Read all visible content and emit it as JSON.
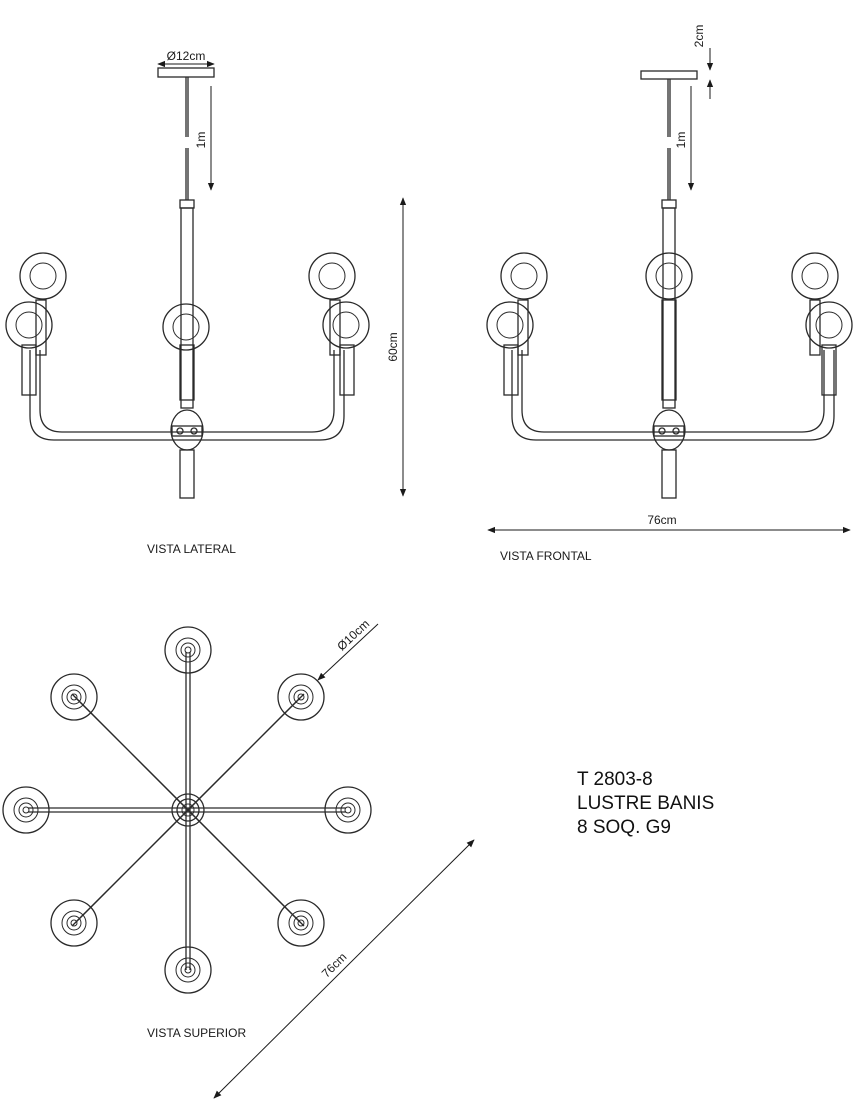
{
  "views": {
    "lateral": "VISTA LATERAL",
    "frontal": "VISTA FRONTAL",
    "superior": "VISTA SUPERIOR"
  },
  "dimensions": {
    "canopy_diameter": "Ø12cm",
    "chain_length_lateral": "1m",
    "chain_length_frontal": "1m",
    "canopy_height": "2cm",
    "height": "60cm",
    "width_frontal": "76cm",
    "shade_diameter": "Ø10cm",
    "width_top": "76cm"
  },
  "product": {
    "code": "T 2803-8",
    "name": "LUSTRE BANIS",
    "spec": "8 SOQ. G9"
  }
}
